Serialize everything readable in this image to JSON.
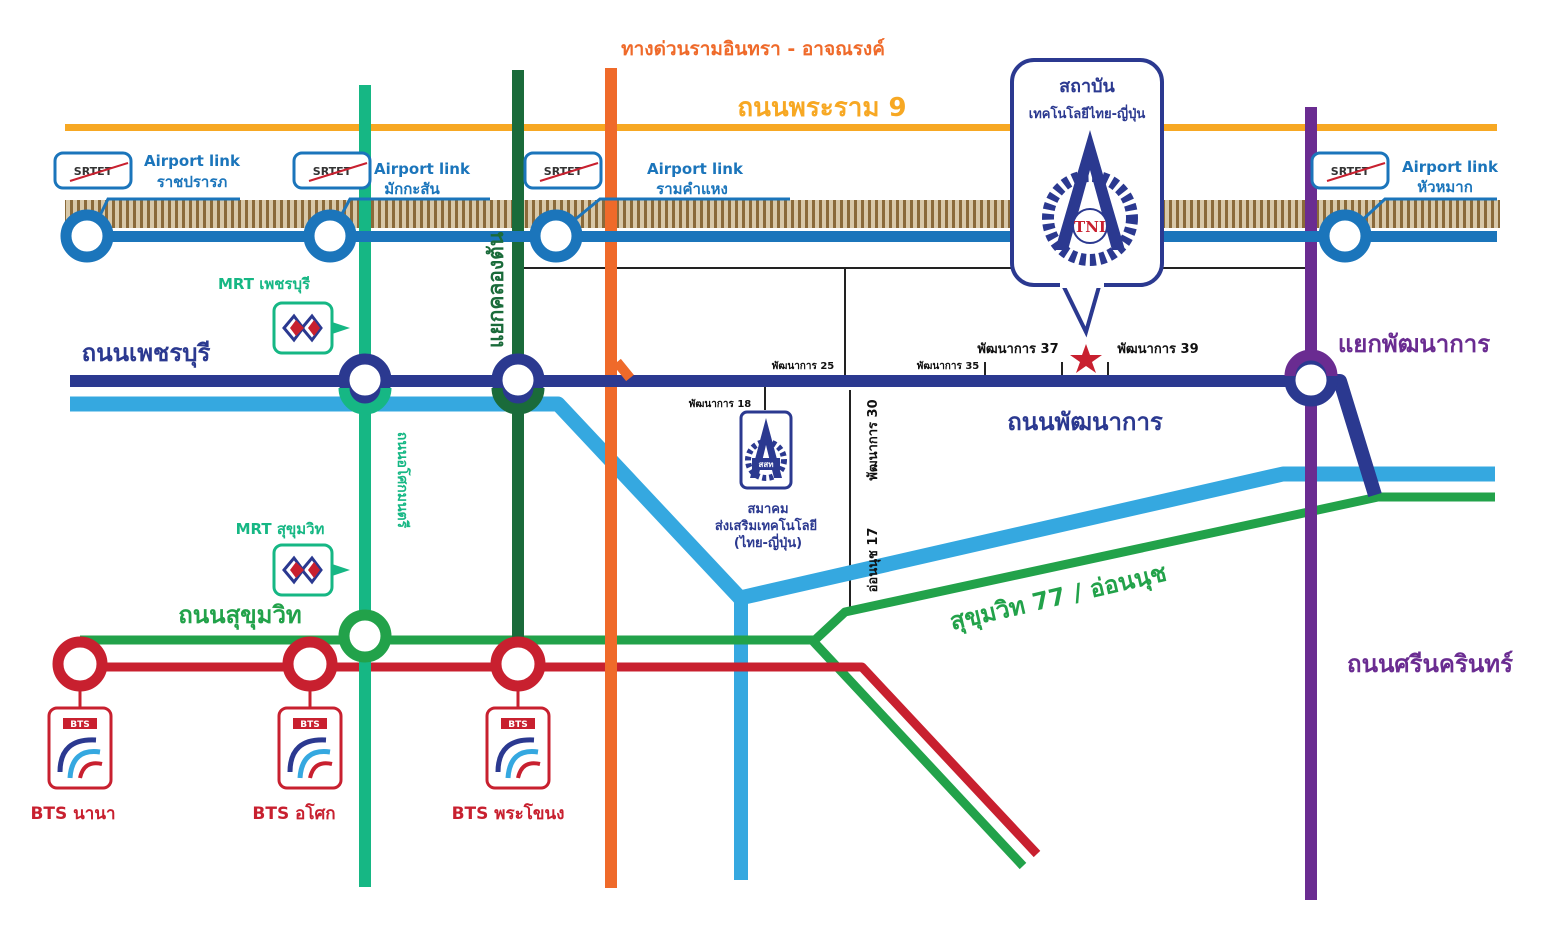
{
  "roads": {
    "rama9": "ถนนพระราม 9",
    "expressway": "ทางด่วนรามอินทรา - อาจณรงค์",
    "phetchaburi": "ถนนเพชรบุรี",
    "pattanakarn": "ถนนพัฒนาการ",
    "asok_montri": "ถนนอโศกมนตรี",
    "khlong_tan": "แยกคลองตัน",
    "sukhumvit": "ถนนสุขุมวิท",
    "sukhumvit77": "สุขุมวิท 77 / อ่อนนุช",
    "srinakarin": "ถนนศรีนครินทร์",
    "pattanakarn_junction": "แยกพัฒนาการ",
    "onnut17": "อ่อนนุช 17"
  },
  "soi": {
    "p18": "พัฒนาการ 18",
    "p25": "พัฒนาการ 25",
    "p30": "พัฒนาการ 30",
    "p35": "พัฒนาการ 35",
    "p37": "พัฒนาการ 37",
    "p39": "พัฒนาการ 39"
  },
  "airport_link": {
    "logo_text": "SRTET",
    "stations": [
      {
        "line": "Airport link",
        "name": "ราชปรารภ"
      },
      {
        "line": "Airport link",
        "name": "มักกะสัน"
      },
      {
        "line": "Airport link",
        "name": "รามคำแหง"
      },
      {
        "line": "Airport link",
        "name": "หัวหมาก"
      }
    ]
  },
  "mrt": {
    "stations": [
      "MRT เพชรบุรี",
      "MRT สุขุมวิท"
    ]
  },
  "bts": {
    "logo_text": "BTS",
    "stations": [
      "BTS นานา",
      "BTS อโศก",
      "BTS พระโขนง"
    ]
  },
  "tni": {
    "title_line1": "สถาบัน",
    "title_line2": "เทคโนโลยีไทย-ญี่ปุ่น",
    "logo_text": "TNI"
  },
  "tpa": {
    "logo_text": "สสท",
    "line1": "สมาคม",
    "line2": "ส่งเสริมเทคโนโลยี",
    "line3": "(ไทย-ญี่ปุ่น)"
  },
  "colors": {
    "rama9": "#f7a823",
    "airport_link": "#1b75bb",
    "asok": "#16b784",
    "khlong_tan": "#1a6b3a",
    "expressway": "#ef6a2a",
    "phetchaburi": "#2b3990",
    "light_blue": "#35a8e0",
    "sukhumvit": "#22a24a",
    "bts": "#c8202f",
    "srinakarin": "#6a2c91"
  }
}
